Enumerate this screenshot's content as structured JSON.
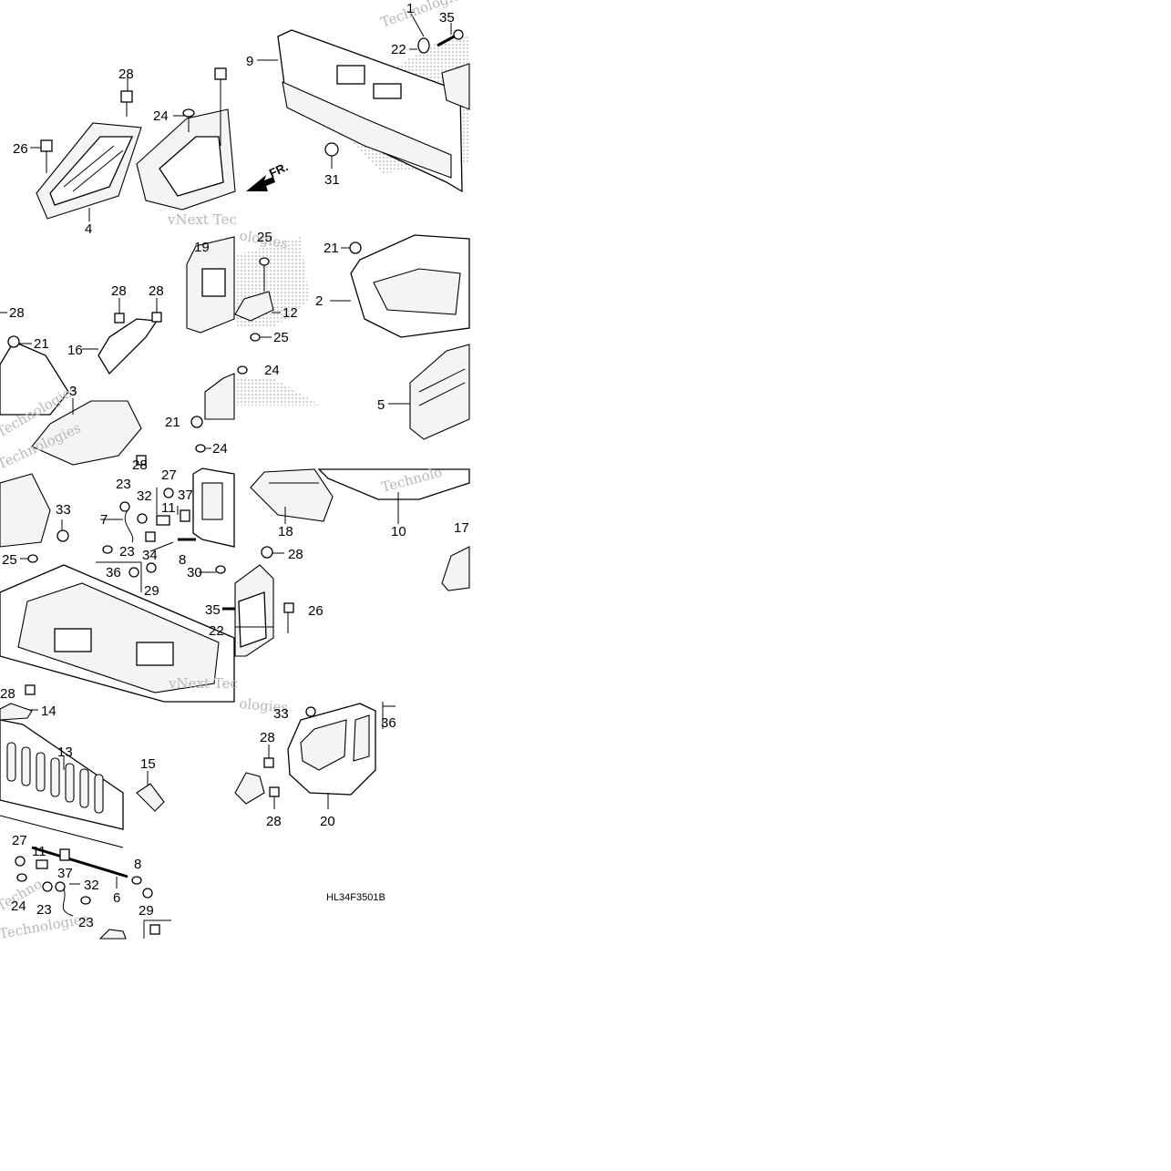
{
  "diagram": {
    "code": "HL34F3501B",
    "direction_label": "FR.",
    "watermarks": [
      "vNext Tec",
      "Technologies",
      "Technologies",
      "Technolo",
      "Technologies",
      "vNext Tec",
      "Techno",
      "ologies"
    ]
  },
  "callouts": {
    "c1": "1",
    "c35a": "35",
    "c22a": "22",
    "c9": "9",
    "c31": "31",
    "c28a": "28",
    "c24a": "24",
    "c26a": "26",
    "c4": "4",
    "c19": "19",
    "c25a": "25",
    "c12": "12",
    "c25b": "25",
    "c21a": "21",
    "c2": "2",
    "c28b": "28",
    "c28c": "28",
    "c28d": "28",
    "c21b": "21",
    "c16": "16",
    "c3": "3",
    "c24b": "24",
    "c21c": "21",
    "c24c": "24",
    "c5": "5",
    "c28e": "28",
    "c27a": "27",
    "c23a": "23",
    "c32a": "32",
    "c11a": "11",
    "c37a": "37",
    "c7": "7",
    "c33a": "33",
    "c23b": "23",
    "c34a": "34",
    "c8a": "8",
    "c25c": "25",
    "c36a": "36",
    "c30": "30",
    "c29a": "29",
    "c18": "18",
    "c10": "10",
    "c17": "17",
    "c28f": "28",
    "c26b": "26",
    "c35b": "35",
    "c22b": "22",
    "c28g": "28",
    "c14": "14",
    "c33b": "33",
    "c36b": "36",
    "c13": "13",
    "c15": "15",
    "c28h": "28",
    "c28i": "28",
    "c20": "20",
    "c27b": "27",
    "c11b": "11",
    "c37b": "37",
    "c32b": "32",
    "c8b": "8",
    "c23c": "23",
    "c24d": "24",
    "c6": "6",
    "c29b": "29",
    "c23d": "23"
  }
}
